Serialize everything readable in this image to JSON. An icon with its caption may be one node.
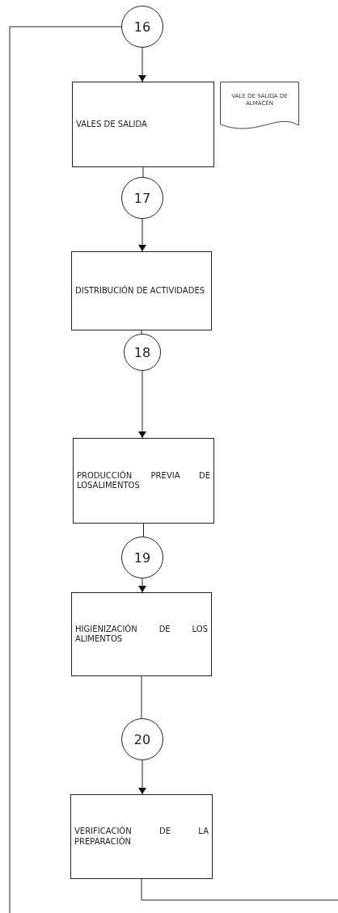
{
  "diagram": {
    "nodes": [
      {
        "text": [
          "16"
        ]
      },
      {
        "text": [
          "VALES DE SALIDA"
        ]
      },
      {
        "text": [
          "VALE DE SALIDA DE ALMACÉN"
        ]
      },
      {
        "text": [
          "17"
        ]
      },
      {
        "text": [
          "DISTRIBUCIÓN DE ACTIVIDADES"
        ]
      },
      {
        "text": [
          "18"
        ]
      },
      {
        "text": [
          "PRODUCCIÓN PREVIA DE LOSALIMENTOS"
        ]
      },
      {
        "text": [
          "19"
        ]
      },
      {
        "text": [
          "HIGIENIZACIÓN DE LOS ALIMENTOS"
        ]
      },
      {
        "text": [
          "20"
        ]
      },
      {
        "text": [
          "VERIFICACIÓN DE LA PREPARACIÓN"
        ]
      }
    ],
    "edges": [
      {
        "from": 0,
        "to": 1,
        "arrow": "to"
      },
      {
        "from": 1,
        "to": 3,
        "arrow": "none"
      },
      {
        "from": 3,
        "to": 4,
        "arrow": "to"
      },
      {
        "from": 4,
        "to": 5,
        "arrow": "none"
      },
      {
        "from": 5,
        "to": 6,
        "arrow": "to"
      },
      {
        "from": 6,
        "to": 7,
        "arrow": "none"
      },
      {
        "from": 7,
        "to": 8,
        "arrow": "to"
      },
      {
        "from": 8,
        "to": 9,
        "arrow": "none"
      },
      {
        "from": 9,
        "to": 10,
        "arrow": "to"
      },
      {
        "from": 0,
        "to": null,
        "arrow": "none"
      },
      {
        "from": 10,
        "to": null,
        "arrow": "none"
      }
    ]
  }
}
